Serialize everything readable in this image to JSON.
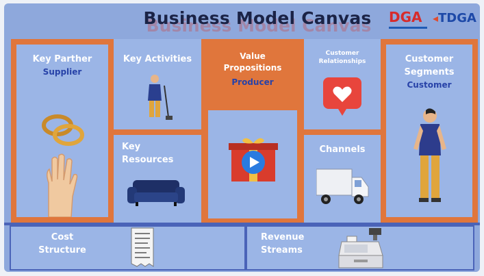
{
  "header": {
    "title": "Business Model Canvas",
    "logo_left": "DGA",
    "logo_right": "TDGA"
  },
  "blocks": {
    "key_partner": {
      "title": "Key Parther",
      "subtitle": "Supplier"
    },
    "key_activities": {
      "title": "Key Activities"
    },
    "value_propositions": {
      "title_line1": "Value",
      "title_line2": "Propositions",
      "subtitle": "Producer"
    },
    "customer_relationships": {
      "title_line1": "Customer",
      "title_line2": "Relationships"
    },
    "customer_segments": {
      "title_line1": "Customer",
      "title_line2": "Segments",
      "subtitle": "Customer"
    },
    "key_resources": {
      "title_line1": "Key",
      "title_line2": "Resources"
    },
    "channels": {
      "title": "Channels"
    },
    "cost_structure": {
      "title_line1": "Cost",
      "title_line2": "Structure"
    },
    "revenue_streams": {
      "title_line1": "Revenue",
      "title_line2": "Streams"
    }
  },
  "colors": {
    "background": "#8ea8dc",
    "panel": "#9bb5e6",
    "accent_orange": "#e0763c",
    "title_dark": "#1b2346",
    "label_blue": "#2a5bd7"
  },
  "icons": [
    "rings-hand-icon",
    "cleaner-icon",
    "gift-play-icon",
    "heart-bubble-icon",
    "person-icon",
    "sofa-icon",
    "truck-icon",
    "receipt-icon",
    "cash-register-icon"
  ]
}
